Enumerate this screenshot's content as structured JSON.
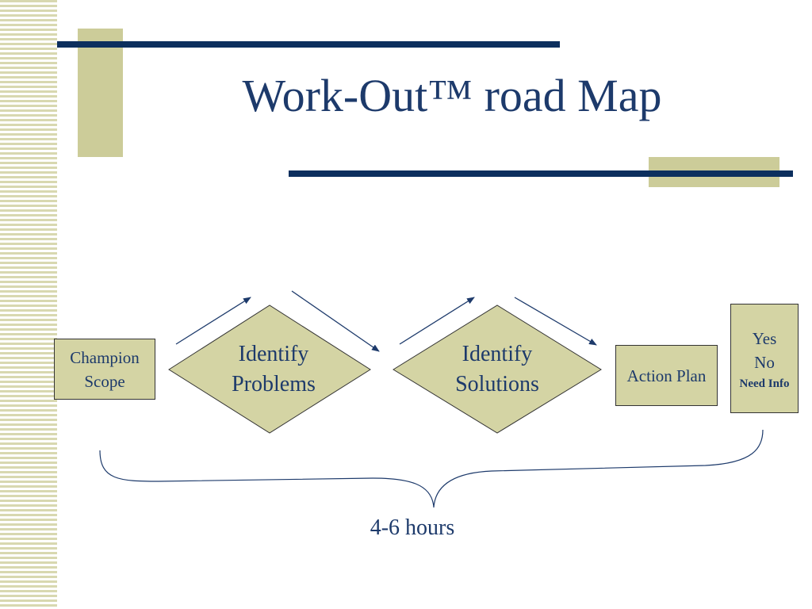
{
  "title": "Work-Out™ road Map",
  "nodes": {
    "champion_scope": [
      "Champion",
      "Scope"
    ],
    "identify_problems": [
      "Identify",
      "Problems"
    ],
    "identify_solutions": [
      "Identify",
      "Solutions"
    ],
    "action_plan": "Action Plan",
    "decision": {
      "yes": "Yes",
      "no": "No",
      "need_info": "Need Info"
    }
  },
  "duration_label": "4-6 hours",
  "colors": {
    "navy": "#0c2f5e",
    "gold": "#cccc99",
    "box_fill": "#d4d4a4",
    "text": "#1d3a6b"
  }
}
